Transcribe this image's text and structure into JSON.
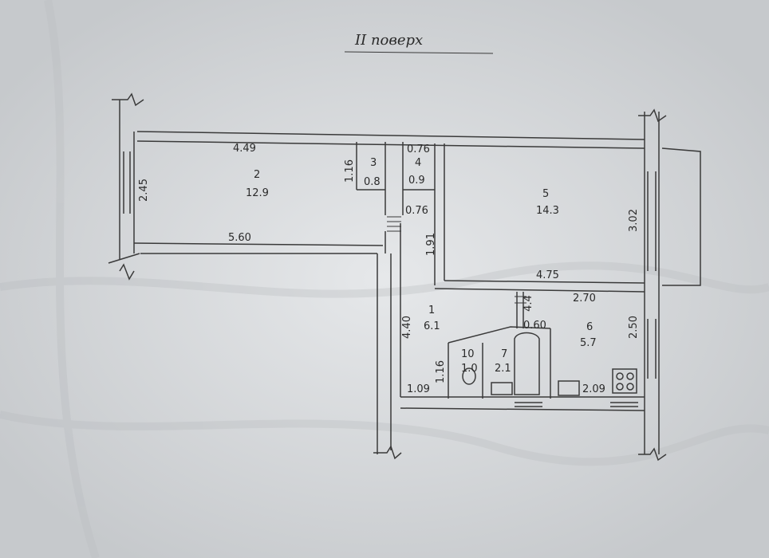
{
  "plan": {
    "title": "II поверх",
    "rooms": [
      {
        "id": "2",
        "area": "12.9"
      },
      {
        "id": "3",
        "area": "0.8"
      },
      {
        "id": "4",
        "area": "0.9"
      },
      {
        "id": "5",
        "area": "14.3"
      },
      {
        "id": "1",
        "area": "6.1"
      },
      {
        "id": "6",
        "area": "5.7"
      },
      {
        "id": "7",
        "area": "2.1"
      },
      {
        "id": "10",
        "area": "1.0"
      }
    ],
    "dimensions": {
      "room2_top": "4.49",
      "room2_bottom": "5.60",
      "room2_left": "2.45",
      "room3_side": "1.16",
      "room4_top": "0.76",
      "room4_bottom": "0.76",
      "room5_right": "3.02",
      "room5_bottom": "4.75",
      "hall_upper": "1.91",
      "hall_left": "4.40",
      "hall_lower": "1.16",
      "hall_bottom": "1.09",
      "kitchen_top": "2.70",
      "kitchen_right": "2.50",
      "kitchen_bottom": "2.09",
      "kitchen_door": "0.60",
      "kitchen_small": "4.4"
    }
  }
}
